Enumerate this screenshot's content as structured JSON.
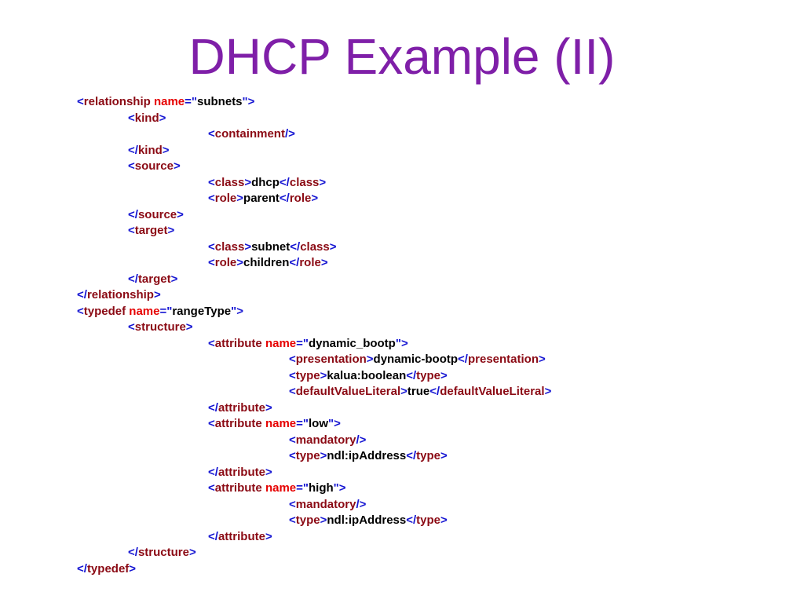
{
  "slide": {
    "title": "DHCP Example (II)"
  },
  "colors": {
    "title": "#7F1FA8",
    "punctuation": "#1414D2",
    "element": "#8B0A14",
    "attribute": "#E60000",
    "text": "#000000"
  },
  "code_lines": [
    {
      "indent": 0,
      "tokens": [
        {
          "k": "p",
          "v": "<"
        },
        {
          "k": "e",
          "v": "relationship"
        },
        {
          "k": "t",
          "v": " "
        },
        {
          "k": "a",
          "v": "name"
        },
        {
          "k": "p",
          "v": "=\""
        },
        {
          "k": "t",
          "v": "subnets"
        },
        {
          "k": "p",
          "v": "\">"
        }
      ]
    },
    {
      "indent": 1,
      "tokens": [
        {
          "k": "p",
          "v": "<"
        },
        {
          "k": "e",
          "v": "kind"
        },
        {
          "k": "p",
          "v": ">"
        }
      ]
    },
    {
      "indent": 2,
      "tokens": [
        {
          "k": "p",
          "v": "<"
        },
        {
          "k": "e",
          "v": "containment"
        },
        {
          "k": "p",
          "v": "/>"
        }
      ]
    },
    {
      "indent": 1,
      "tokens": [
        {
          "k": "p",
          "v": "</"
        },
        {
          "k": "e",
          "v": "kind"
        },
        {
          "k": "p",
          "v": ">"
        }
      ]
    },
    {
      "indent": 1,
      "tokens": [
        {
          "k": "p",
          "v": "<"
        },
        {
          "k": "e",
          "v": "source"
        },
        {
          "k": "p",
          "v": ">"
        }
      ]
    },
    {
      "indent": 2,
      "tokens": [
        {
          "k": "p",
          "v": "<"
        },
        {
          "k": "e",
          "v": "class"
        },
        {
          "k": "p",
          "v": ">"
        },
        {
          "k": "t",
          "v": "dhcp"
        },
        {
          "k": "p",
          "v": "</"
        },
        {
          "k": "e",
          "v": "class"
        },
        {
          "k": "p",
          "v": ">"
        }
      ]
    },
    {
      "indent": 2,
      "tokens": [
        {
          "k": "p",
          "v": "<"
        },
        {
          "k": "e",
          "v": "role"
        },
        {
          "k": "p",
          "v": ">"
        },
        {
          "k": "t",
          "v": "parent"
        },
        {
          "k": "p",
          "v": "</"
        },
        {
          "k": "e",
          "v": "role"
        },
        {
          "k": "p",
          "v": ">"
        }
      ]
    },
    {
      "indent": 1,
      "tokens": [
        {
          "k": "p",
          "v": "</"
        },
        {
          "k": "e",
          "v": "source"
        },
        {
          "k": "p",
          "v": ">"
        }
      ]
    },
    {
      "indent": 1,
      "tokens": [
        {
          "k": "p",
          "v": "<"
        },
        {
          "k": "e",
          "v": "target"
        },
        {
          "k": "p",
          "v": ">"
        }
      ]
    },
    {
      "indent": 2,
      "tokens": [
        {
          "k": "p",
          "v": "<"
        },
        {
          "k": "e",
          "v": "class"
        },
        {
          "k": "p",
          "v": ">"
        },
        {
          "k": "t",
          "v": "subnet"
        },
        {
          "k": "p",
          "v": "</"
        },
        {
          "k": "e",
          "v": "class"
        },
        {
          "k": "p",
          "v": ">"
        }
      ]
    },
    {
      "indent": 2,
      "tokens": [
        {
          "k": "p",
          "v": "<"
        },
        {
          "k": "e",
          "v": "role"
        },
        {
          "k": "p",
          "v": ">"
        },
        {
          "k": "t",
          "v": "children"
        },
        {
          "k": "p",
          "v": "</"
        },
        {
          "k": "e",
          "v": "role"
        },
        {
          "k": "p",
          "v": ">"
        }
      ]
    },
    {
      "indent": 1,
      "tokens": [
        {
          "k": "p",
          "v": "</"
        },
        {
          "k": "e",
          "v": "target"
        },
        {
          "k": "p",
          "v": ">"
        }
      ]
    },
    {
      "indent": 0,
      "tokens": [
        {
          "k": "p",
          "v": "</"
        },
        {
          "k": "e",
          "v": "relationship"
        },
        {
          "k": "p",
          "v": ">"
        }
      ]
    },
    {
      "indent": 0,
      "tokens": [
        {
          "k": "p",
          "v": "<"
        },
        {
          "k": "e",
          "v": "typedef"
        },
        {
          "k": "t",
          "v": " "
        },
        {
          "k": "a",
          "v": "name"
        },
        {
          "k": "p",
          "v": "=\""
        },
        {
          "k": "t",
          "v": "rangeType"
        },
        {
          "k": "p",
          "v": "\">"
        }
      ]
    },
    {
      "indent": 1,
      "tokens": [
        {
          "k": "p",
          "v": "<"
        },
        {
          "k": "e",
          "v": "structure"
        },
        {
          "k": "p",
          "v": ">"
        }
      ]
    },
    {
      "indent": 2,
      "tokens": [
        {
          "k": "p",
          "v": "<"
        },
        {
          "k": "e",
          "v": "attribute"
        },
        {
          "k": "t",
          "v": " "
        },
        {
          "k": "a",
          "v": "name"
        },
        {
          "k": "p",
          "v": "=\""
        },
        {
          "k": "t",
          "v": "dynamic_bootp"
        },
        {
          "k": "p",
          "v": "\">"
        }
      ]
    },
    {
      "indent": 3,
      "tokens": [
        {
          "k": "p",
          "v": "<"
        },
        {
          "k": "e",
          "v": "presentation"
        },
        {
          "k": "p",
          "v": ">"
        },
        {
          "k": "t",
          "v": "dynamic-bootp"
        },
        {
          "k": "p",
          "v": "</"
        },
        {
          "k": "e",
          "v": "presentation"
        },
        {
          "k": "p",
          "v": ">"
        }
      ]
    },
    {
      "indent": 3,
      "tokens": [
        {
          "k": "p",
          "v": "<"
        },
        {
          "k": "e",
          "v": "type"
        },
        {
          "k": "p",
          "v": ">"
        },
        {
          "k": "t",
          "v": "kalua:boolean"
        },
        {
          "k": "p",
          "v": "</"
        },
        {
          "k": "e",
          "v": "type"
        },
        {
          "k": "p",
          "v": ">"
        }
      ]
    },
    {
      "indent": 3,
      "tokens": [
        {
          "k": "p",
          "v": "<"
        },
        {
          "k": "e",
          "v": "defaultValueLiteral"
        },
        {
          "k": "p",
          "v": ">"
        },
        {
          "k": "t",
          "v": "true"
        },
        {
          "k": "p",
          "v": "</"
        },
        {
          "k": "e",
          "v": "defaultValueLiteral"
        },
        {
          "k": "p",
          "v": ">"
        }
      ]
    },
    {
      "indent": 2,
      "tokens": [
        {
          "k": "p",
          "v": "</"
        },
        {
          "k": "e",
          "v": "attribute"
        },
        {
          "k": "p",
          "v": ">"
        }
      ]
    },
    {
      "indent": 2,
      "tokens": [
        {
          "k": "p",
          "v": "<"
        },
        {
          "k": "e",
          "v": "attribute"
        },
        {
          "k": "t",
          "v": " "
        },
        {
          "k": "a",
          "v": "name"
        },
        {
          "k": "p",
          "v": "=\""
        },
        {
          "k": "t",
          "v": "low"
        },
        {
          "k": "p",
          "v": "\">"
        }
      ]
    },
    {
      "indent": 3,
      "tokens": [
        {
          "k": "p",
          "v": "<"
        },
        {
          "k": "e",
          "v": "mandatory"
        },
        {
          "k": "p",
          "v": "/>"
        }
      ]
    },
    {
      "indent": 3,
      "tokens": [
        {
          "k": "p",
          "v": "<"
        },
        {
          "k": "e",
          "v": "type"
        },
        {
          "k": "p",
          "v": ">"
        },
        {
          "k": "t",
          "v": "ndl:ipAddress"
        },
        {
          "k": "p",
          "v": "</"
        },
        {
          "k": "e",
          "v": "type"
        },
        {
          "k": "p",
          "v": ">"
        }
      ]
    },
    {
      "indent": 2,
      "tokens": [
        {
          "k": "p",
          "v": "</"
        },
        {
          "k": "e",
          "v": "attribute"
        },
        {
          "k": "p",
          "v": ">"
        }
      ]
    },
    {
      "indent": 2,
      "tokens": [
        {
          "k": "p",
          "v": "<"
        },
        {
          "k": "e",
          "v": "attribute"
        },
        {
          "k": "t",
          "v": " "
        },
        {
          "k": "a",
          "v": "name"
        },
        {
          "k": "p",
          "v": "=\""
        },
        {
          "k": "t",
          "v": "high"
        },
        {
          "k": "p",
          "v": "\">"
        }
      ]
    },
    {
      "indent": 3,
      "tokens": [
        {
          "k": "p",
          "v": "<"
        },
        {
          "k": "e",
          "v": "mandatory"
        },
        {
          "k": "p",
          "v": "/>"
        }
      ]
    },
    {
      "indent": 3,
      "tokens": [
        {
          "k": "p",
          "v": "<"
        },
        {
          "k": "e",
          "v": "type"
        },
        {
          "k": "p",
          "v": ">"
        },
        {
          "k": "t",
          "v": "ndl:ipAddress"
        },
        {
          "k": "p",
          "v": "</"
        },
        {
          "k": "e",
          "v": "type"
        },
        {
          "k": "p",
          "v": ">"
        }
      ]
    },
    {
      "indent": 2,
      "tokens": [
        {
          "k": "p",
          "v": "</"
        },
        {
          "k": "e",
          "v": "attribute"
        },
        {
          "k": "p",
          "v": ">"
        }
      ]
    },
    {
      "indent": 1,
      "tokens": [
        {
          "k": "p",
          "v": "</"
        },
        {
          "k": "e",
          "v": "structure"
        },
        {
          "k": "p",
          "v": ">"
        }
      ]
    },
    {
      "indent": 0,
      "tokens": [
        {
          "k": "p",
          "v": "</"
        },
        {
          "k": "e",
          "v": "typedef"
        },
        {
          "k": "p",
          "v": ">"
        }
      ]
    }
  ]
}
